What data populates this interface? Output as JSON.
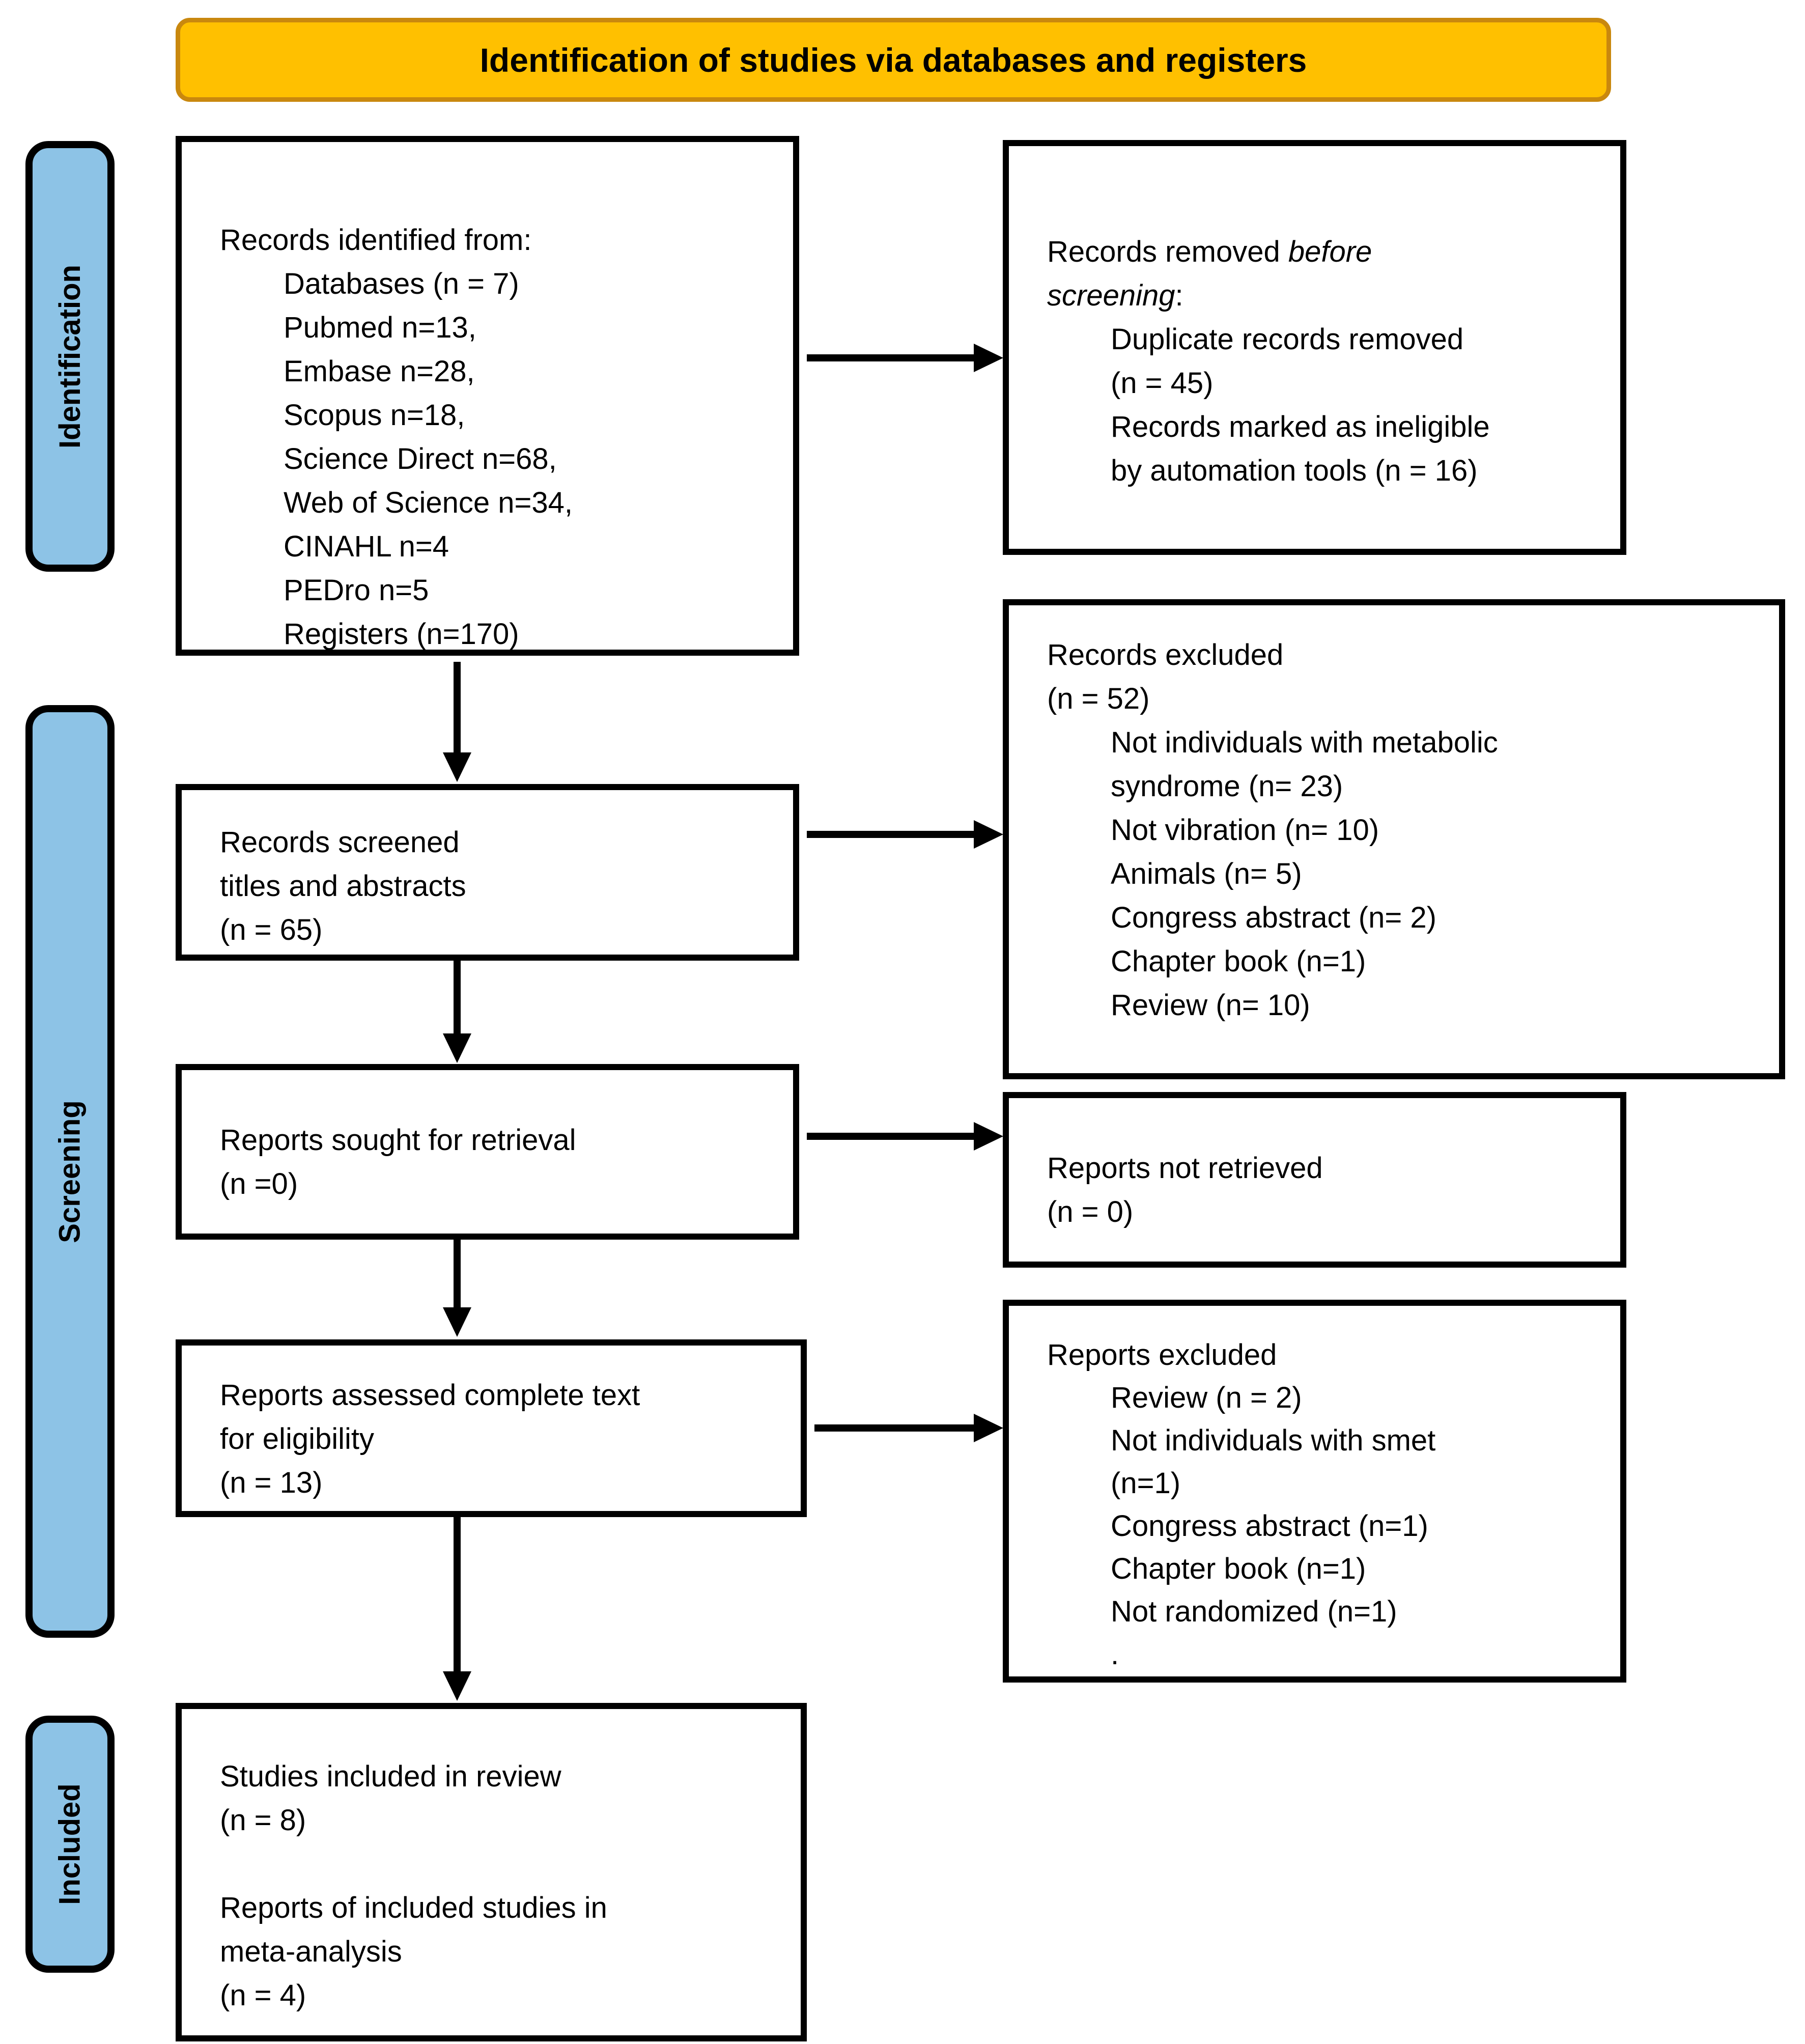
{
  "banner": {
    "label": "Identification of studies via databases and registers",
    "fill": "#FFC000",
    "border_color": "#C9880E"
  },
  "sidebar": {
    "fill": "#8DC3E6",
    "items": [
      {
        "id": "identification",
        "label": "Identification"
      },
      {
        "id": "screening",
        "label": "Screening"
      },
      {
        "id": "included",
        "label": "Included"
      }
    ]
  },
  "boxes": [
    {
      "id": "records-identified",
      "lines": [
        {
          "text": "Records identified from:",
          "indent": 0
        },
        {
          "text": "Databases (n = 7)",
          "indent": 1
        },
        {
          "text": "Pubmed n=13,",
          "indent": 1
        },
        {
          "text": "Embase n=28,",
          "indent": 1
        },
        {
          "text": "Scopus n=18,",
          "indent": 1
        },
        {
          "text": "Science Direct n=68,",
          "indent": 1
        },
        {
          "text": "Web of Science n=34,",
          "indent": 1
        },
        {
          "text": "CINAHL n=4",
          "indent": 1
        },
        {
          "text": "PEDro n=5",
          "indent": 1
        },
        {
          "text": "Registers (n=170)",
          "indent": 1
        }
      ]
    },
    {
      "id": "records-removed",
      "lines": [
        {
          "text": "Records removed *before*",
          "indent": 0
        },
        {
          "text": "*screening*:",
          "indent": 0
        },
        {
          "text": "Duplicate records removed",
          "indent": 1
        },
        {
          "text": "(n = 45)",
          "indent": 1
        },
        {
          "text": "Records marked as ineligible",
          "indent": 1
        },
        {
          "text": "by automation tools (n = 16)",
          "indent": 1
        }
      ]
    },
    {
      "id": "records-screened",
      "lines": [
        {
          "text": "Records screened",
          "indent": 0
        },
        {
          "text": "titles and abstracts",
          "indent": 0
        },
        {
          "text": "(n = 65)",
          "indent": 0
        }
      ]
    },
    {
      "id": "records-excluded",
      "lines": [
        {
          "text": "Records excluded",
          "indent": 0
        },
        {
          "text": "(n = 52)",
          "indent": 0
        },
        {
          "text": "Not individuals with metabolic",
          "indent": 1
        },
        {
          "text": "syndrome (n= 23)",
          "indent": 1
        },
        {
          "text": "Not vibration (n= 10)",
          "indent": 1
        },
        {
          "text": "Animals (n= 5)",
          "indent": 1
        },
        {
          "text": "Congress abstract (n= 2)",
          "indent": 1
        },
        {
          "text": "Chapter book (n=1)",
          "indent": 1
        },
        {
          "text": "Review (n= 10)",
          "indent": 1
        }
      ]
    },
    {
      "id": "reports-sought",
      "lines": [
        {
          "text": "Reports sought for retrieval",
          "indent": 0
        },
        {
          "text": "(n =0)",
          "indent": 0
        }
      ]
    },
    {
      "id": "reports-not-retrieved",
      "lines": [
        {
          "text": "Reports not retrieved",
          "indent": 0
        },
        {
          "text": "(n = 0)",
          "indent": 0
        }
      ]
    },
    {
      "id": "reports-assessed",
      "lines": [
        {
          "text": "Reports assessed complete text",
          "indent": 0
        },
        {
          "text": "for eligibility",
          "indent": 0
        },
        {
          "text": "(n = 13)",
          "indent": 0
        }
      ]
    },
    {
      "id": "reports-excluded",
      "lines": [
        {
          "text": "Reports excluded",
          "indent": 0
        },
        {
          "text": "Review (n = 2)",
          "indent": 1
        },
        {
          "text": "Not individuals with smet",
          "indent": 1
        },
        {
          "text": "(n=1)",
          "indent": 1
        },
        {
          "text": "Congress abstract (n=1)",
          "indent": 1
        },
        {
          "text": "Chapter book (n=1)",
          "indent": 1
        },
        {
          "text": "Not randomized (n=1)",
          "indent": 1
        },
        {
          "text": ".",
          "indent": 1
        }
      ]
    },
    {
      "id": "studies-included",
      "lines": [
        {
          "text": "Studies included in review",
          "indent": 0
        },
        {
          "text": "(n = 8)",
          "indent": 0
        },
        {
          "text": "",
          "indent": 0
        },
        {
          "text": "Reports of included studies in",
          "indent": 0
        },
        {
          "text": "meta-analysis",
          "indent": 0
        },
        {
          "text": "(n = 4)",
          "indent": 0
        }
      ]
    }
  ]
}
